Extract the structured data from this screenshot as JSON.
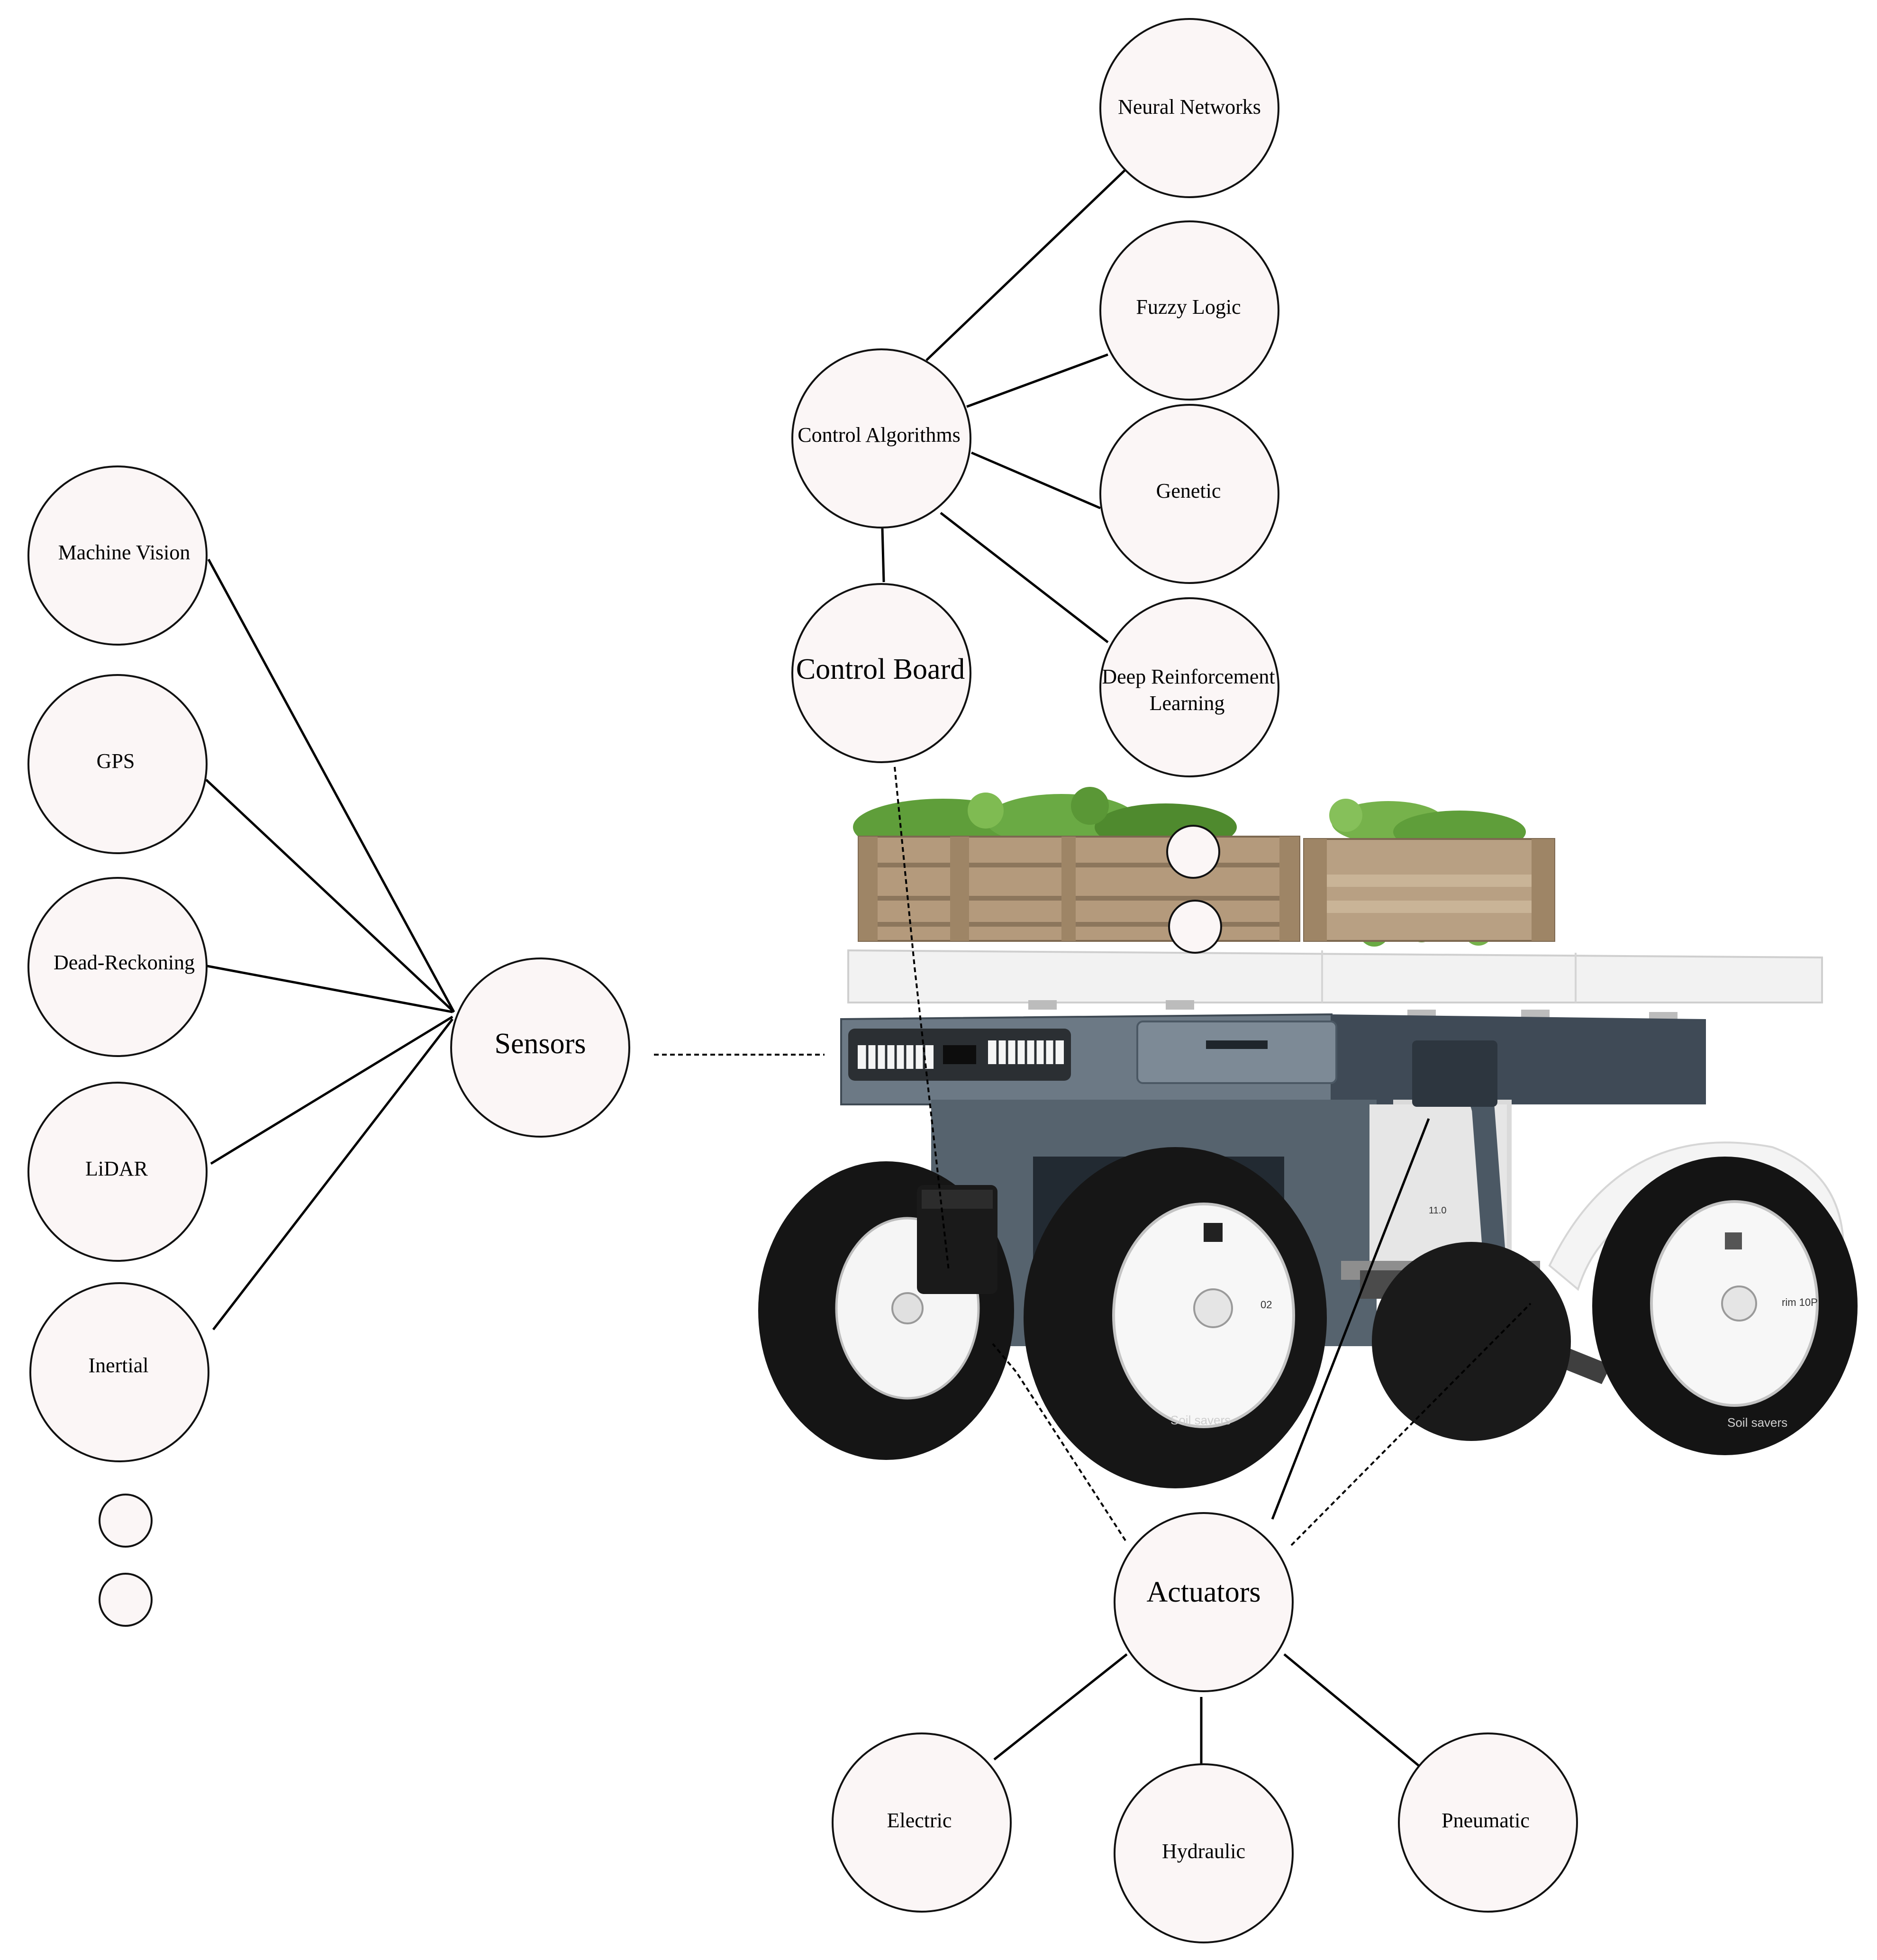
{
  "nodes": {
    "neural_networks": "Neural Networks",
    "fuzzy_logic": "Fuzzy Logic",
    "control_algorithms": "Control Algorithms",
    "genetic": "Genetic",
    "control_board": "Control Board",
    "deep_rl_line1": "Deep Reinforcement",
    "deep_rl_line2": "Learning",
    "machine_vision": "Machine Vision",
    "gps": "GPS",
    "dead_reckoning": "Dead-Reckoning",
    "lidar": "LiDAR",
    "inertial": "Inertial",
    "sensors": "Sensors",
    "actuators": "Actuators",
    "electric": "Electric",
    "hydraulic": "Hydraulic",
    "pneumatic": "Pneumatic"
  },
  "robot_branding": {
    "tire_text": "Soil savers",
    "hub_text_front": "02",
    "hub_text_rear": "rim 10P",
    "panel_text": "11.0"
  },
  "colors": {
    "node_fill": "#fbf6f6",
    "robot_body": "#56636e",
    "deck": "#f2f2f2",
    "crate_wood": "#b49a7c",
    "produce": "#5f9e3a",
    "tire": "#151515",
    "hub": "#f5f5f5"
  }
}
